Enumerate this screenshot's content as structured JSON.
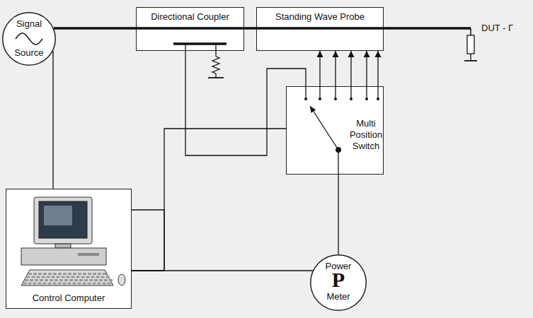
{
  "diagram": {
    "nodes": [
      {
        "text": [
          "Signal",
          "Source"
        ]
      },
      {
        "text": [
          "Directional Coupler"
        ]
      },
      {
        "text": [
          "Standing Wave Probe"
        ]
      },
      {
        "text": [
          "DUT - Γ"
        ]
      },
      {
        "text": [
          "Multi Position Switch"
        ]
      },
      {
        "text": [
          "Control Computer"
        ]
      },
      {
        "text": [
          "Power",
          "P",
          "Meter"
        ]
      }
    ],
    "edges": [
      {
        "from": 0,
        "to": 1,
        "arrow": "none"
      },
      {
        "from": 1,
        "to": 2,
        "arrow": "none"
      },
      {
        "from": 2,
        "to": 3,
        "arrow": "none"
      },
      {
        "from": 1,
        "to": 4,
        "arrow": "none"
      },
      {
        "from": 4,
        "to": 2,
        "arrow": "to"
      },
      {
        "from": 4,
        "to": 2,
        "arrow": "to"
      },
      {
        "from": 4,
        "to": 2,
        "arrow": "to"
      },
      {
        "from": 4,
        "to": 2,
        "arrow": "to"
      },
      {
        "from": 4,
        "to": 2,
        "arrow": "to"
      },
      {
        "from": 4,
        "to": 6,
        "arrow": "none"
      },
      {
        "from": 5,
        "to": 0,
        "arrow": "none"
      },
      {
        "from": 5,
        "to": 4,
        "arrow": "none"
      },
      {
        "from": 5,
        "to": 6,
        "arrow": "none"
      }
    ]
  }
}
